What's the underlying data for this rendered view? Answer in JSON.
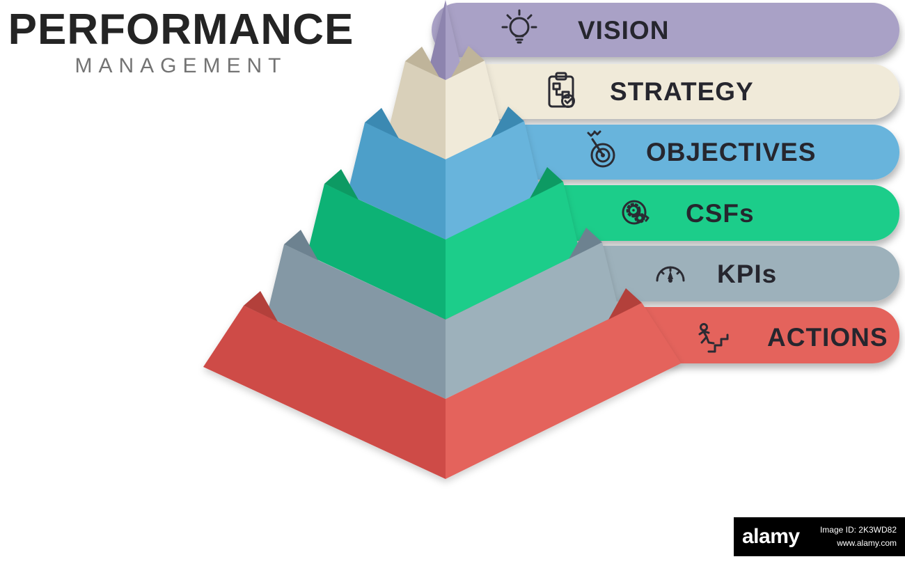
{
  "title": {
    "line1": "PERFORMANCE",
    "line2": "MANAGEMENT"
  },
  "levels": [
    {
      "label": "VISION",
      "icon": "lightbulb-icon",
      "color": "#a9a1c6",
      "color_dark": "#8d84ae",
      "color_fold": "#766c99"
    },
    {
      "label": "STRATEGY",
      "icon": "strategy-clipboard-icon",
      "color": "#f0ead9",
      "color_dark": "#d9d0ba",
      "color_fold": "#bfb49a"
    },
    {
      "label": "OBJECTIVES",
      "icon": "target-arrow-icon",
      "color": "#67b4dc",
      "color_dark": "#4d9fc9",
      "color_fold": "#3a89b2"
    },
    {
      "label": "CSFs",
      "icon": "head-gears-icon",
      "color": "#1ecd8a",
      "color_dark": "#10b275",
      "color_fold": "#0a9a64"
    },
    {
      "label": "KPIs",
      "icon": "gauge-icon",
      "color": "#9db1bb",
      "color_dark": "#8498a5",
      "color_fold": "#6d8290"
    },
    {
      "label": "ACTIONS",
      "icon": "runner-stairs-icon",
      "color": "#e4635c",
      "color_dark": "#ce4c47",
      "color_fold": "#b33f3b"
    }
  ],
  "watermark": {
    "brand": "alamy",
    "image_id": "Image ID: 2K3WD82",
    "url": "www.alamy.com"
  }
}
